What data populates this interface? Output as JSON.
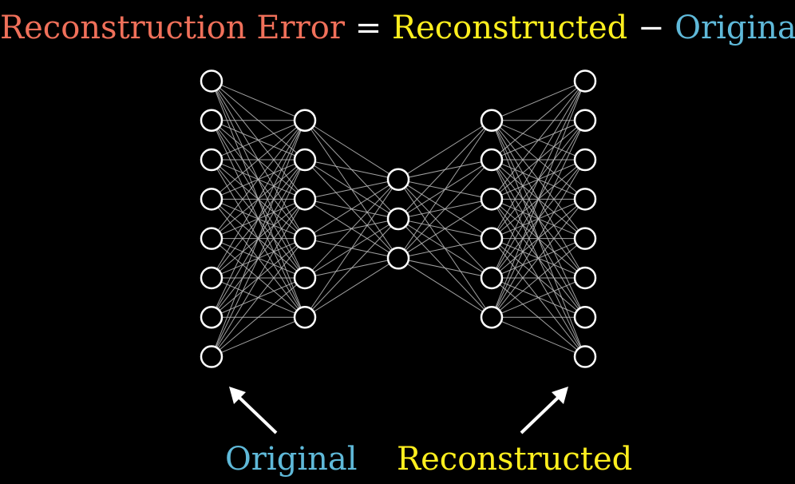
{
  "title": {
    "error_term": "Reconstruction Error",
    "equals": "=",
    "reconstructed_term": "Reconstructed",
    "minus": "−",
    "original_term": "Original"
  },
  "labels": {
    "original": "Original",
    "reconstructed": "Reconstructed"
  },
  "colors": {
    "error": "#f0705a",
    "reconstructed": "#ffef1e",
    "original": "#5fb9d9",
    "operator": "#ffffff",
    "node_stroke": "#ffffff",
    "edge": "#bdbdbd",
    "background": "#000000"
  },
  "network": {
    "layers": [
      8,
      6,
      3,
      6,
      8
    ]
  }
}
